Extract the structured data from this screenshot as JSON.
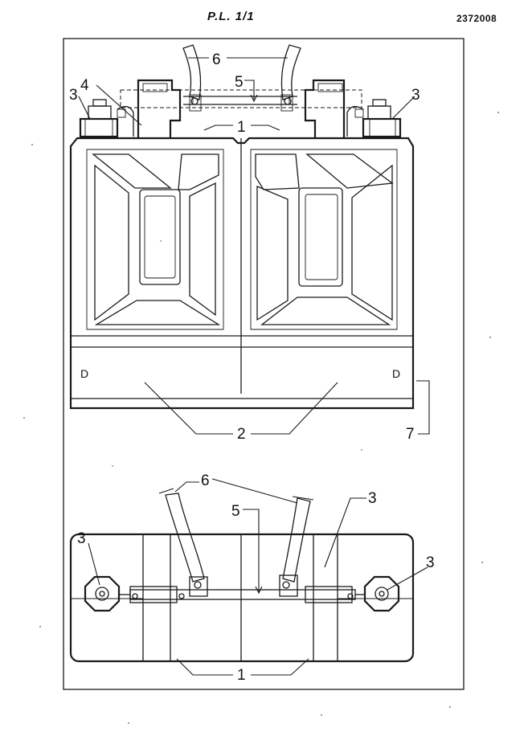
{
  "header": {
    "sheet_label": "P.L. 1/1",
    "document_number": "2372008"
  },
  "reference_numerals": {
    "top_view": [
      {
        "id": "r1",
        "text": "1"
      },
      {
        "id": "r2",
        "text": "2"
      },
      {
        "id": "r3a",
        "text": "3"
      },
      {
        "id": "r3b",
        "text": "3"
      },
      {
        "id": "r4",
        "text": "4"
      },
      {
        "id": "r5",
        "text": "5"
      },
      {
        "id": "r6",
        "text": "6"
      },
      {
        "id": "r7",
        "text": "7"
      }
    ],
    "bottom_view": [
      {
        "id": "r1",
        "text": "1"
      },
      {
        "id": "r3a",
        "text": "3"
      },
      {
        "id": "r3b",
        "text": "3"
      },
      {
        "id": "r3c",
        "text": "3"
      },
      {
        "id": "r5",
        "text": "5"
      },
      {
        "id": "r6",
        "text": "6"
      }
    ]
  },
  "side_marks": {
    "left": "D",
    "right": "D"
  }
}
